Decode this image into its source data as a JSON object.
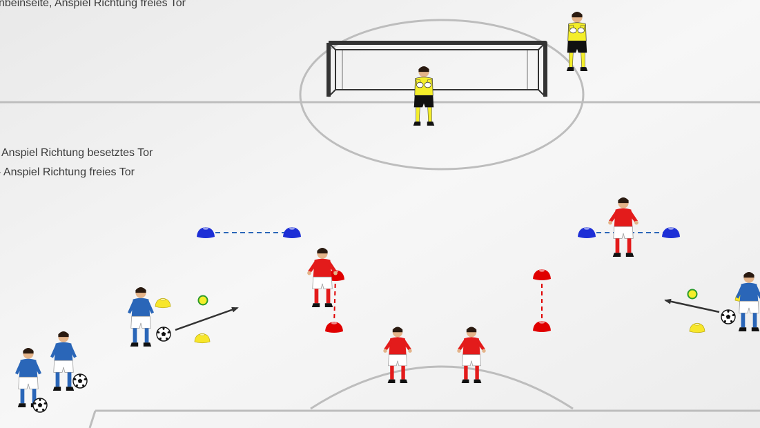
{
  "notes": [
    "nbeinseite,  Anspiel Richtung freies Tor",
    "Anspiel Richtung besetztes Tor",
    "- Anspiel Richtung freies Tor"
  ],
  "colors": {
    "field": "#f3f3f3",
    "lines": "#bdbdbd",
    "goal": "#333333",
    "keeper_shirt": "#f4ee2a",
    "red_team": "#e31b1b",
    "blue_team": "#2a66b8",
    "blue_cone": "#1d2fd6",
    "yellow_cone": "#f7e62a",
    "red_cone": "#e00000",
    "arrow": "#333333"
  },
  "icons": [
    "soccer-ball-icon",
    "cone-icon",
    "arrow-icon",
    "player-figure"
  ]
}
